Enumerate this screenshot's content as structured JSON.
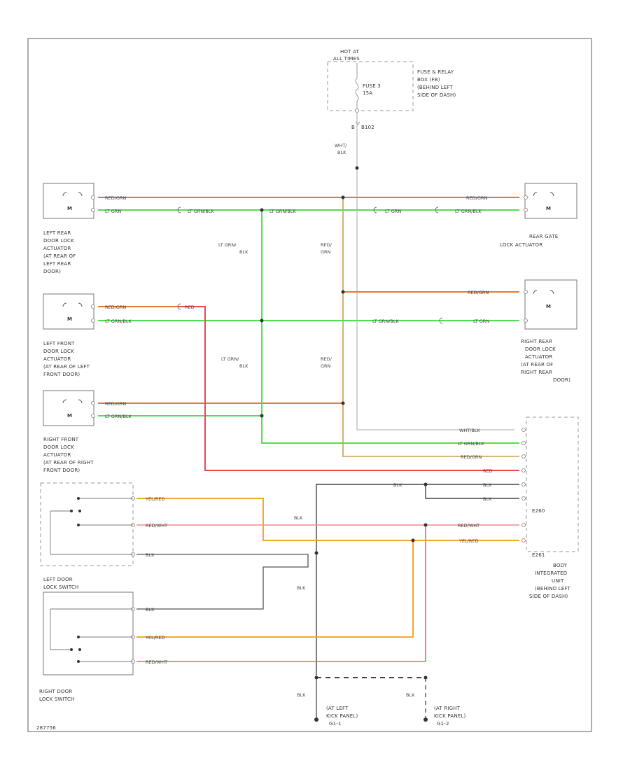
{
  "labels": {
    "hot_at": "HOT AT",
    "all_times": "ALL TIMES",
    "fuse_name": "FUSE 3",
    "fuse_amp": "15A",
    "fuse_box": [
      "FUSE & RELAY",
      "BOX (FB)",
      "(BEHIND LEFT",
      "SIDE OF DASH)"
    ],
    "connector_c1": "B",
    "connector_c2": "B102",
    "left_rear_actuator": [
      "LEFT REAR",
      "DOOR LOCK",
      "ACTUATOR",
      "(AT REAR OF",
      "LEFT REAR",
      "DOOR)"
    ],
    "left_front_actuator": [
      "LEFT FRONT",
      "DOOR LOCK",
      "ACTUATOR",
      "(AT REAR OF LEFT",
      "FRONT DOOR)"
    ],
    "right_front_actuator": [
      "RIGHT FRONT",
      "DOOR LOCK",
      "ACTUATOR",
      "(AT REAR OF RIGHT",
      "FRONT DOOR)"
    ],
    "rear_gate_actuator": [
      "REAR GATE",
      "LOCK ACTUATOR"
    ],
    "right_rear_actuator": [
      "RIGHT REAR",
      "DOOR LOCK",
      "ACTUATOR",
      "(AT REAR OF",
      "RIGHT REAR",
      "DOOR)"
    ],
    "left_door_switch": [
      "LEFT DOOR",
      "LOCK SWITCH"
    ],
    "right_door_switch": [
      "RIGHT DOOR",
      "LOCK SWITCH"
    ],
    "biu": [
      "BODY",
      "INTEGRATED",
      "UNIT",
      "(BEHIND LEFT",
      "SIDE OF DASH)"
    ],
    "conn_e260": "E260",
    "conn_e261": "E261",
    "ground_left": [
      "(AT LEFT",
      "KICK PANEL)",
      "G1-1"
    ],
    "ground_right": [
      "(AT RIGHT",
      "KICK PANEL)",
      "G1-2"
    ],
    "motor": "M",
    "footer_code": "287756"
  },
  "wires": {
    "wht_blk": "WHT/BLK",
    "wht": "WHT/",
    "blk": "BLK",
    "red_grn": "RED/GRN",
    "red": "RED/",
    "grn": "GRN",
    "red_only": "RED",
    "lt_grn": "LT GRN",
    "lt_grn2": "LT GRN/",
    "lt_grn_blk": "LT GRN/BLK",
    "yel_red": "YEL/RED",
    "red_wht": "RED/WHT"
  },
  "colors": {
    "red_grn": "#e07a3a",
    "lt_grn": "#4fe04f",
    "red": "#f04848",
    "yel_red": "#f0a830",
    "red_wht": "#f08a8a",
    "blk": "#444444",
    "wht_blk": "#bbbbbb",
    "red_grn_v": "#c8a05a"
  }
}
